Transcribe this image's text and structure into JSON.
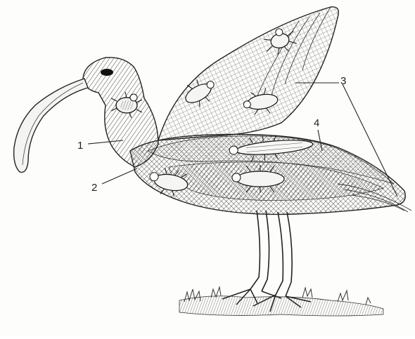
{
  "diagram": {
    "labels": [
      {
        "id": "1",
        "text": "1"
      },
      {
        "id": "2",
        "text": "2"
      },
      {
        "id": "3",
        "text": "3"
      },
      {
        "id": "4",
        "text": "4"
      }
    ]
  },
  "colors": {
    "ink": "#1f1f1f",
    "background": "#fdfdfb",
    "stipple": "#8a8a8a"
  }
}
